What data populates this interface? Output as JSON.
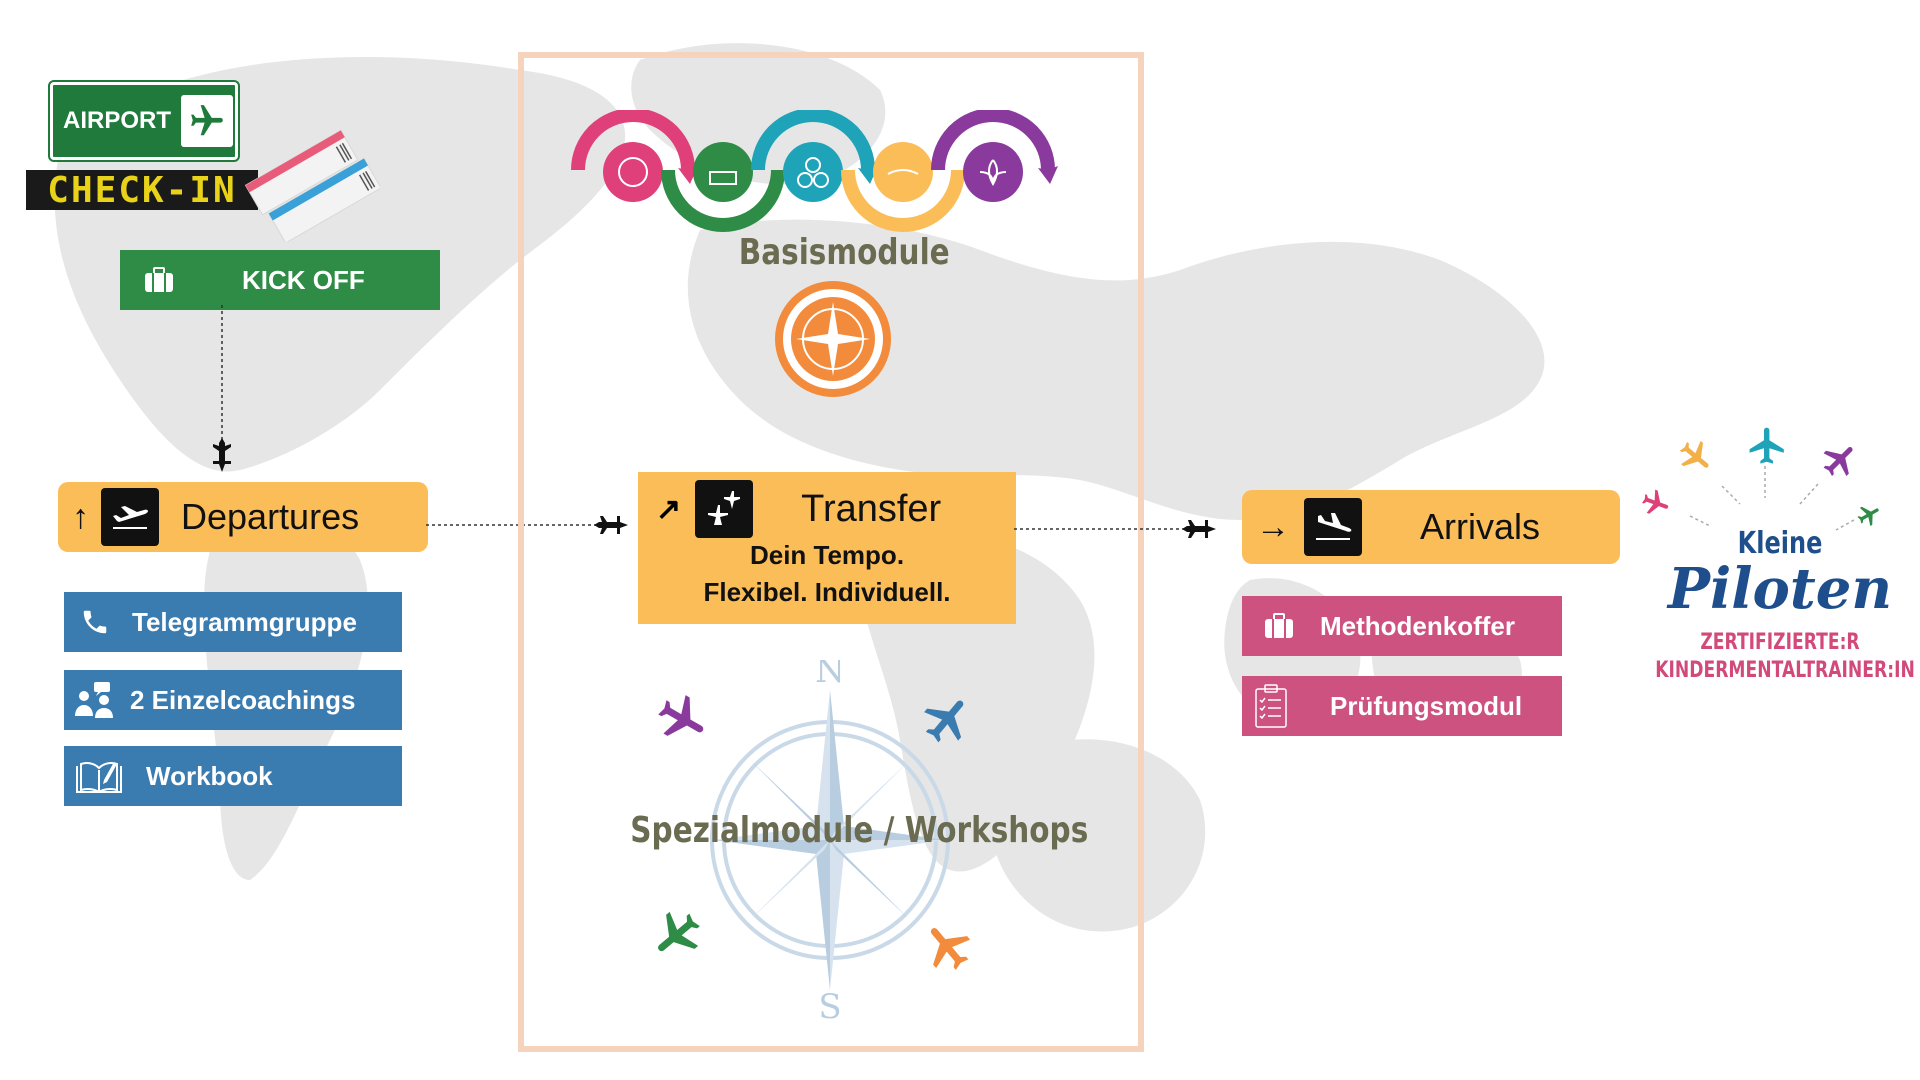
{
  "airport_sign": "AIRPORT",
  "check_in_sign": "CHECK-IN",
  "kick_off": "KICK OFF",
  "departures": {
    "label": "Departures",
    "items": [
      "Telegrammgruppe",
      "2 Einzelcoachings",
      "Workbook"
    ]
  },
  "transfer": {
    "label": "Transfer",
    "line1": "Dein Tempo.",
    "line2": "Flexibel. Individuell."
  },
  "arrivals": {
    "label": "Arrivals",
    "items": [
      "Methodenkoffer",
      "Prüfungsmodul"
    ]
  },
  "basismodule": "Basismodule",
  "spezialmodule": "Spezialmodule / Workshops",
  "compass": {
    "north": "N",
    "south": "S"
  },
  "logo": {
    "line1": "Kleine",
    "line2": "Piloten",
    "line3": "ZERTIFIZIERTE:R",
    "line4": "KINDERMENTALTRAINER:IN"
  },
  "colors": {
    "yellow": "#fbbd58",
    "blue": "#3a7bb0",
    "pink": "#cd5280",
    "green": "#2e8c47",
    "frame": "#f6d3bd",
    "olive": "#6b6b52"
  }
}
